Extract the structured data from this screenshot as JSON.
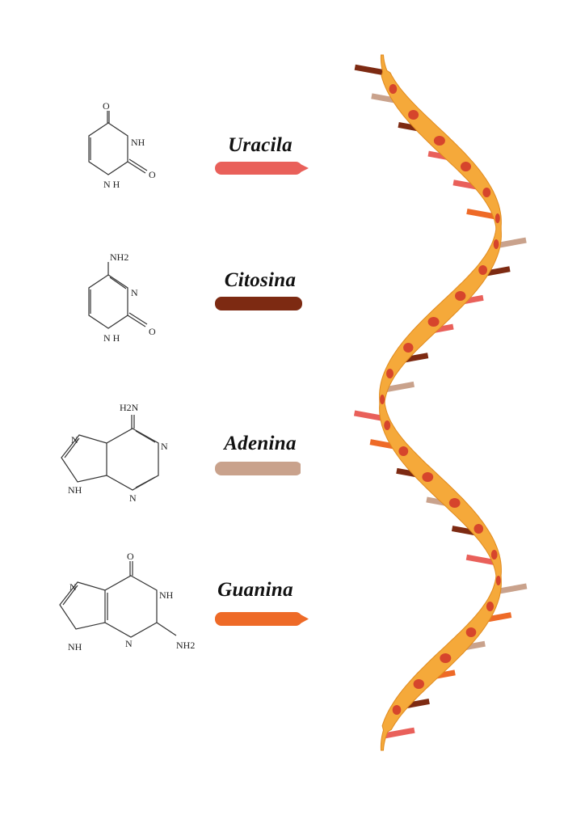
{
  "colors": {
    "uracila": "#e9605a",
    "citosina": "#7d2a12",
    "adenina": "#c9a28c",
    "guanina": "#ee6a27",
    "helix_ribbon": "#f5a93a",
    "helix_edge": "#e08a1e",
    "helix_dot": "#d6452c"
  },
  "bases": [
    {
      "id": "uracila",
      "name": "Uracila"
    },
    {
      "id": "citosina",
      "name": "Citosina"
    },
    {
      "id": "adenina",
      "name": "Adenina"
    },
    {
      "id": "guanina",
      "name": "Guanina"
    }
  ],
  "atoms": {
    "uracil": {
      "o_top": "O",
      "nh": "NH",
      "o_right": "O",
      "nh_bottom": "N\nH"
    },
    "cytosine": {
      "nh2": "NH2",
      "n": "N",
      "o_right": "O",
      "nh_bottom": "N\nH"
    },
    "adenine": {
      "h2n": "H2N",
      "n1": "N",
      "n3": "N",
      "n7": "N",
      "nh9": "NH"
    },
    "guanine": {
      "o": "O",
      "nh1": "NH",
      "n3": "N",
      "n7": "N",
      "nh9": "NH",
      "nh2": "NH2"
    }
  },
  "helix": {
    "strand_base_sequence": [
      "citosina",
      "adenina",
      "citosina",
      "uracila",
      "uracila",
      "guanina",
      "adenina",
      "citosina",
      "uracila",
      "uracila",
      "citosina",
      "adenina",
      "uracila",
      "guanina",
      "citosina",
      "adenina",
      "citosina",
      "uracila",
      "adenina",
      "guanina",
      "adenina",
      "guanina",
      "citosina",
      "uracila"
    ]
  }
}
